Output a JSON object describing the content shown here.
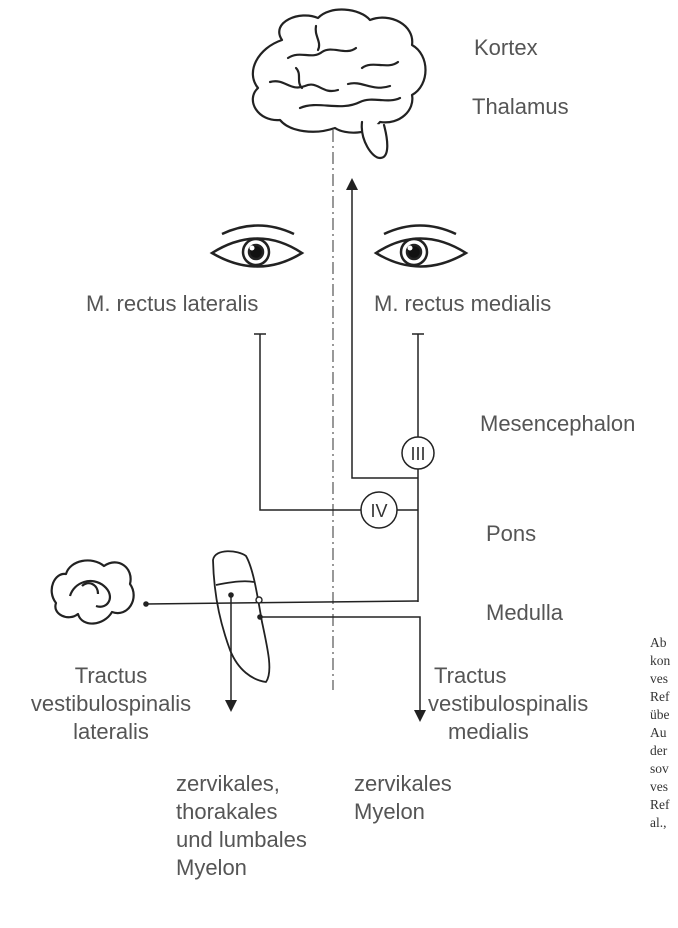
{
  "levels": {
    "kortex": "Kortex",
    "thalamus": "Thalamus",
    "mesencephalon": "Mesencephalon",
    "pons": "Pons",
    "medulla": "Medulla"
  },
  "muscles": {
    "left": "M. rectus lateralis",
    "right": "M. rectus medialis"
  },
  "nuclei": {
    "oculomotor": "III",
    "abducens": "IV"
  },
  "tracts": {
    "lateral": [
      "Tractus",
      "vestibulospinalis",
      "lateralis"
    ],
    "medial": [
      "Tractus",
      "vestibulospinalis",
      "medialis"
    ]
  },
  "targets": {
    "lateral": [
      "zervikales,",
      "thorakales",
      "und lumbales",
      "Myelon"
    ],
    "medial": [
      "zervikales",
      "Myelon"
    ]
  },
  "caption_fragments": [
    "Ab",
    "kon",
    "ves",
    "Ref",
    "übe",
    "Au",
    "der",
    "sov",
    "ves",
    "Ref",
    "al.,"
  ]
}
